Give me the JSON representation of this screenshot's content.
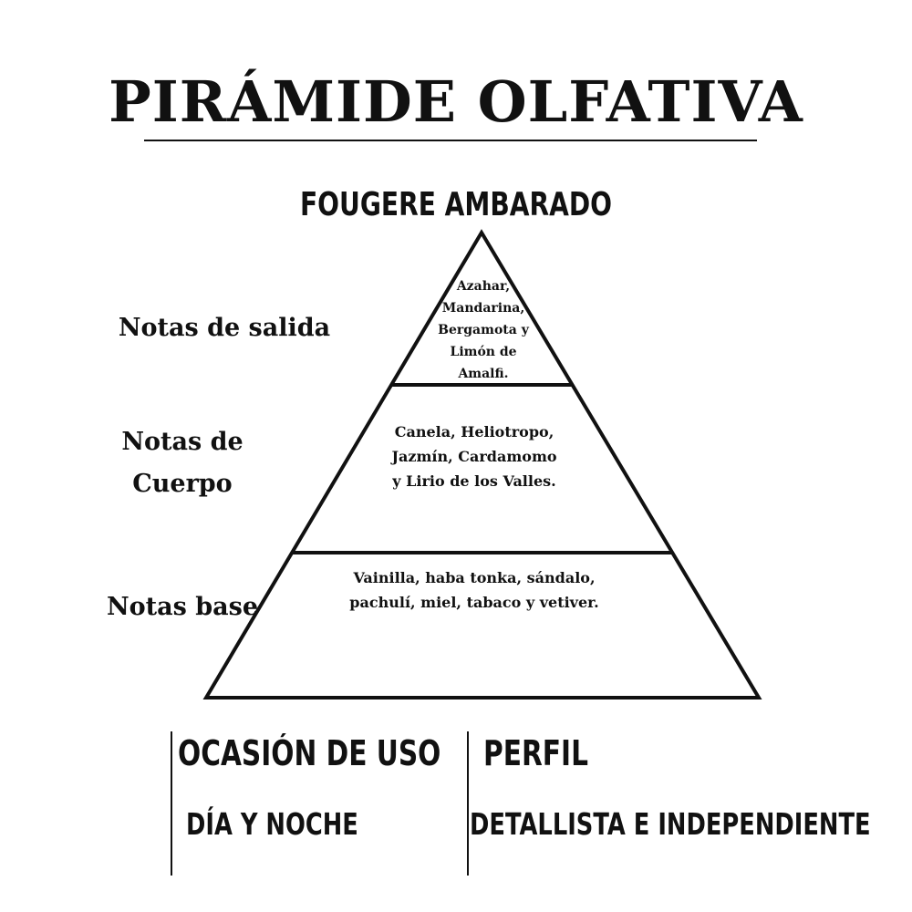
{
  "title": "PIRÁMIDE OLFATIVA",
  "fragrance_family": "FOUGERE AMBARADO",
  "pyramid": {
    "top": {
      "label": "Notas de salida",
      "notes": [
        "Azahar,",
        "Mandarina,",
        "Bergamota y",
        "Limón de",
        "Amalfi."
      ]
    },
    "middle": {
      "label": [
        "Notas de",
        "Cuerpo"
      ],
      "notes": [
        "Canela, Heliotropo,",
        "Jazmín, Cardamomo",
        "y Lirio de los Valles."
      ]
    },
    "base": {
      "label": "Notas base",
      "notes": [
        "Vainilla, haba tonka, sándalo,",
        "pachulí, miel, tabaco y vetiver."
      ]
    }
  },
  "occasion": {
    "heading": "OCASIÓN DE USO",
    "value": "DÍA Y NOCHE"
  },
  "profile": {
    "heading": "PERFIL",
    "value": "DETALLISTA E INDEPENDIENTE"
  },
  "colors": {
    "ink": "#111111",
    "background": "#ffffff"
  }
}
